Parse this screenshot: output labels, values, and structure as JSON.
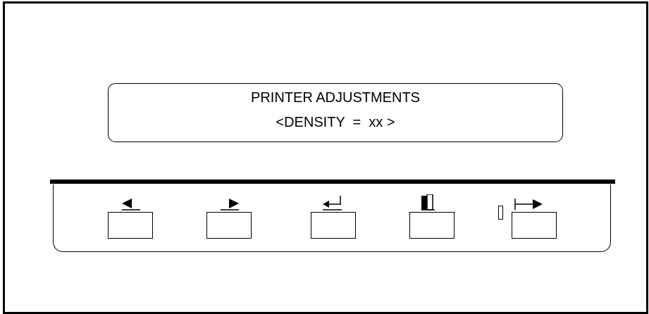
{
  "display": {
    "line1": "PRINTER ADJUSTMENTS",
    "line2": "<DENSITY  =  xx >"
  },
  "keys": [
    {
      "name": "left",
      "icon": "left-arrow-icon"
    },
    {
      "name": "right",
      "icon": "right-arrow-icon"
    },
    {
      "name": "enter",
      "icon": "enter-return-icon"
    },
    {
      "name": "form-feed",
      "icon": "paper-feed-icon"
    },
    {
      "name": "exit",
      "icon": "exit-arrow-icon"
    }
  ],
  "colors": {
    "line": "#000000",
    "background": "#ffffff"
  }
}
